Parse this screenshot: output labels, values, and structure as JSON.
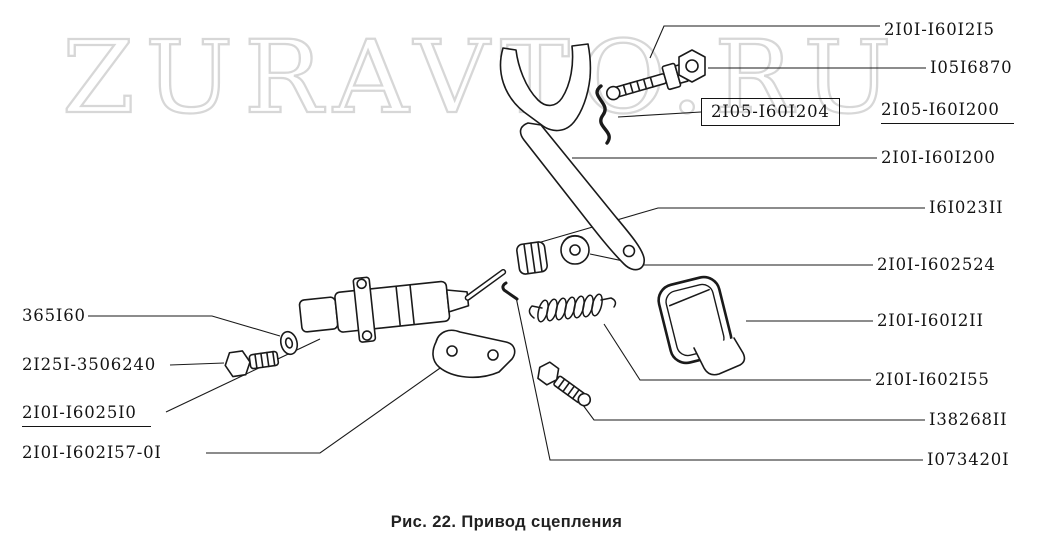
{
  "watermark": "ZURAVTO.RU",
  "caption": "Рис. 22. Привод сцепления",
  "labels": {
    "right": [
      {
        "text": "2I0I-I60I2I5",
        "style": "plain"
      },
      {
        "text": "I05I6870",
        "style": "plain"
      },
      {
        "text": "2I05-I60I204",
        "style": "boxed"
      },
      {
        "text": "2I05-I60I200",
        "style": "underlined"
      },
      {
        "text": "2I0I-I60I200",
        "style": "plain"
      },
      {
        "text": "I6I023II",
        "style": "plain"
      },
      {
        "text": "2I0I-I602524",
        "style": "plain"
      },
      {
        "text": "2I0I-I60I2II",
        "style": "plain"
      },
      {
        "text": "2I0I-I602I55",
        "style": "plain"
      },
      {
        "text": "I38268II",
        "style": "plain"
      },
      {
        "text": "I073420I",
        "style": "plain"
      }
    ],
    "left": [
      {
        "text": "365I60",
        "style": "plain"
      },
      {
        "text": "2I25I-3506240",
        "style": "plain"
      },
      {
        "text": "2I0I-I6025I0",
        "style": "underlined"
      },
      {
        "text": "2I0I-I602I57-0I",
        "style": "plain"
      }
    ]
  }
}
